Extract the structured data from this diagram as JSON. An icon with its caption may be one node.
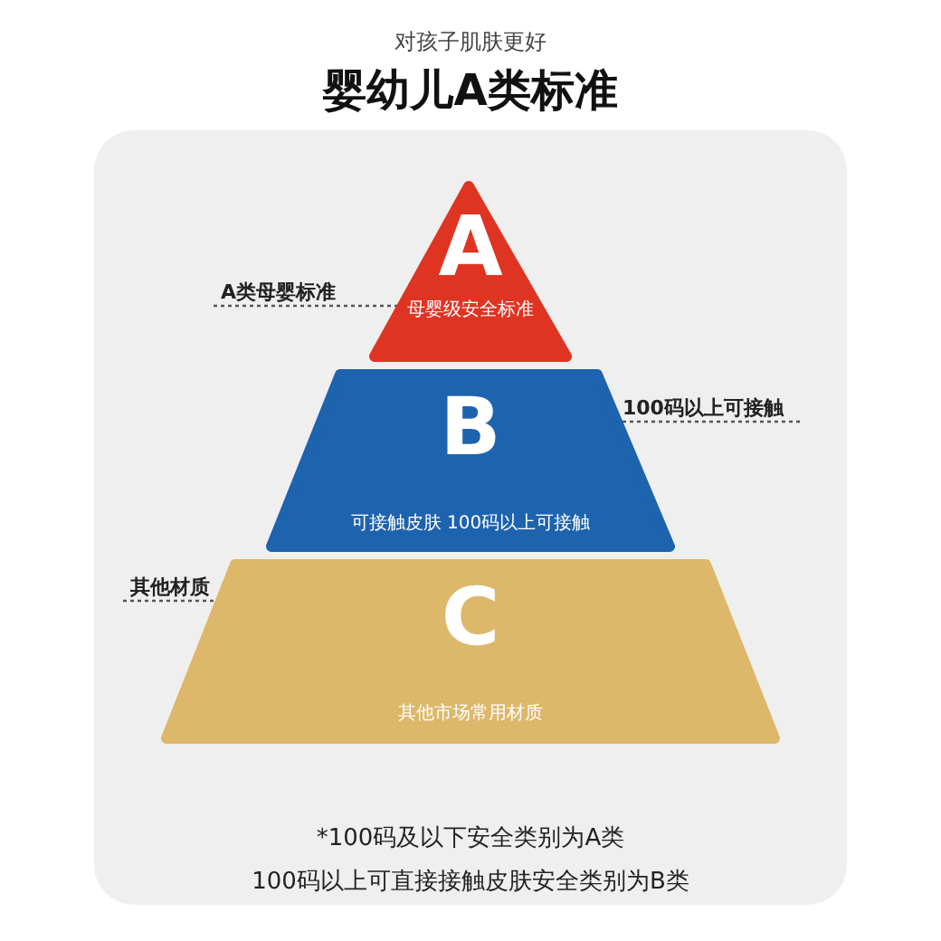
{
  "diagram": {
    "title": "婴幼儿A类标准",
    "nodes": [
      {
        "text": [
          "A",
          "母婴级安全标准"
        ]
      },
      {
        "text": [
          "B",
          "可接触皮肤 100码以上可接触"
        ]
      },
      {
        "text": [
          "C",
          "其他市场常用材质"
        ]
      },
      {
        "text": [
          "A类母婴标准"
        ]
      },
      {
        "text": [
          "100码以上可接触"
        ]
      },
      {
        "text": [
          "其他材质"
        ]
      }
    ],
    "edges": [
      {
        "from": 3,
        "to": 0,
        "arrow": "none",
        "style": "dashed"
      },
      {
        "from": 4,
        "to": 1,
        "arrow": "none",
        "style": "dashed"
      },
      {
        "from": 5,
        "to": 2,
        "arrow": "none",
        "style": "dashed"
      }
    ],
    "labels": [
      "对孩子肌肤更好",
      "*100码及以下安全类别为A类",
      "100码以上可直接接触皮肤安全类别为B类"
    ]
  }
}
